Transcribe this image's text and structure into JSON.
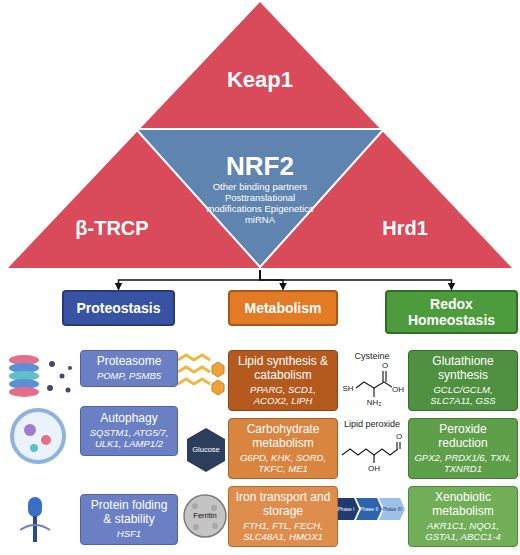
{
  "diagram": {
    "nodes": [
      {
        "text": [
          "Keap1",
          "β-TRCP",
          "Hrd1"
        ]
      },
      {
        "text": [
          "NRF2",
          "Other binding partners Posttranslational modifications Epigenetics miRNA"
        ],
        "in": 0
      },
      {
        "text": [
          "Proteostasis"
        ]
      },
      {
        "text": [
          "Metabolism"
        ]
      },
      {
        "text": [
          "Redox Homeostasis"
        ]
      },
      {
        "text": [
          "Proteasome",
          "POMP, PSMB5"
        ]
      },
      {
        "text": [
          "Autophagy",
          "SQSTM1, ATG5/7, ULK1, LAMP1/2"
        ]
      },
      {
        "text": [
          "Protein folding & stability",
          "HSF1"
        ]
      },
      {
        "text": [
          "Lipid synthesis & catabolism",
          "PPARG, SCD1, ACOX2, LIPH"
        ]
      },
      {
        "text": [
          "Carbohydrate metabolism",
          "G6PD, KHK, SORD, TKFC, ME1"
        ]
      },
      {
        "text": [
          "Iron transport and storage",
          "FTH1, FTL, FECH, SLC48A1, HMOX1"
        ]
      },
      {
        "text": [
          "Glutathione synthesis",
          "GCLC/GCLM, SLC7A11, GSS"
        ]
      },
      {
        "text": [
          "Peroxide reduction",
          "GPX2, PRDX1/6, TXN, TXNRD1"
        ]
      },
      {
        "text": [
          "Xenobiotic metabolism",
          "AKR1C1, NQO1, GSTA1, ABCC1-4"
        ]
      }
    ],
    "edges": [
      {
        "from": 0,
        "to": 2,
        "arrow": "to"
      },
      {
        "from": 0,
        "to": 3,
        "arrow": "to"
      },
      {
        "from": 0,
        "to": 4,
        "arrow": "to"
      }
    ],
    "labels": [
      "Cysteine",
      "SH",
      "O",
      "OH",
      "NH₂",
      "Lipid peroxide",
      "O",
      "OH",
      "Glucose",
      "Ferritin",
      "Phase I",
      "Phase II",
      "Phase III"
    ]
  }
}
